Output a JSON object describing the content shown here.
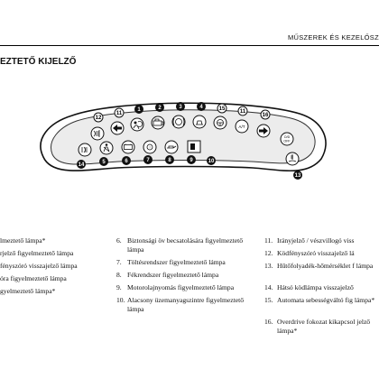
{
  "header": {
    "running_head": "MŰSZEREK ÉS KEZELŐSZ",
    "section_title": "EZTETŐ KIJELZŐ"
  },
  "figure": {
    "top_row_numbers": [
      "12",
      "11",
      "1",
      "2",
      "3",
      "4",
      "15",
      "11",
      "16"
    ],
    "bottom_row_numbers": [
      "14",
      "5",
      "6",
      "7",
      "8",
      "9",
      "10"
    ],
    "side_number": "13",
    "icon_texts": {
      "at": "A/T",
      "od_off": "O/D OFF"
    }
  },
  "legend": {
    "col1": [
      {
        "text": "lmeztető lámpa*"
      },
      {
        "text": "rjelző figyelmeztető lámpa"
      },
      {
        "text": "fényszóró visszajelző lámpa"
      },
      {
        "text": "óra figyelmeztető lámpa"
      },
      {
        "text": "gyelmeztető lámpa*"
      }
    ],
    "col2": [
      {
        "num": "6.",
        "text": "Biztonsági öv becsatolására figyelmeztető lámpa"
      },
      {
        "num": "7.",
        "text": "Töltésrendszer figyelmeztető lámpa"
      },
      {
        "num": "8.",
        "text": "Fékrendszer figyelmeztető lámpa"
      },
      {
        "num": "9.",
        "text": "Motorolajnyomás figyelmeztető lámpa"
      },
      {
        "num": "10.",
        "text": "Alacsony üzemanyagszintre figyelmeztető lámpa"
      }
    ],
    "col3": [
      {
        "num": "11.",
        "text": "Irányjelző / vészvillogó viss"
      },
      {
        "num": "12.",
        "text": "Ködfényszóró visszajelző lá"
      },
      {
        "num": "13.",
        "text": "Hűtőfolyadék-hőmérséklet f lámpa"
      },
      {
        "num": "14.",
        "text": "Hátsó ködlámpa visszajelző"
      },
      {
        "num": "15.",
        "text": "Automata sebességváltó fig lámpa*"
      },
      {
        "num": "16.",
        "text": "Overdrive fokozat kikapcsol jelző lámpa*"
      }
    ]
  }
}
